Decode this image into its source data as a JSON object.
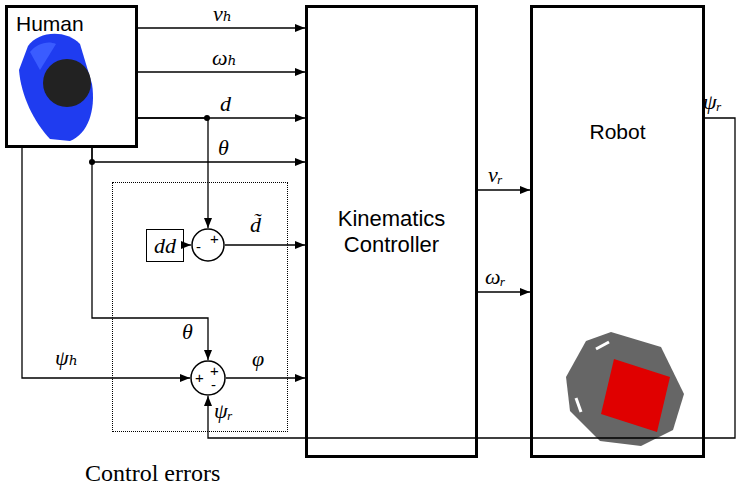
{
  "diagram": {
    "nodes": [
      {
        "text": [
          "Human"
        ]
      },
      {
        "text": [
          "Kinematics Controller"
        ]
      },
      {
        "text": [
          "Robot"
        ]
      },
      {
        "text": [
          "Control errors"
        ]
      },
      {
        "text": [
          "dd"
        ],
        "in": 3
      },
      {
        "text": [
          "+",
          "-"
        ],
        "in": 3
      },
      {
        "text": [
          "+",
          "+",
          "-"
        ],
        "in": 3
      }
    ],
    "edges": [
      {
        "from": 0,
        "to": 1,
        "arrow": "to",
        "label": "vₕ"
      },
      {
        "from": 0,
        "to": 1,
        "arrow": "to",
        "label": "ωₕ"
      },
      {
        "from": 0,
        "to": 1,
        "arrow": "to",
        "label": "d"
      },
      {
        "from": 0,
        "to": 1,
        "arrow": "to",
        "label": "θ"
      },
      {
        "from": 0,
        "to": 5,
        "arrow": "to"
      },
      {
        "from": 0,
        "to": 6,
        "arrow": "to",
        "label": "θ"
      },
      {
        "from": 0,
        "to": 6,
        "arrow": "to",
        "label": "ψₕ"
      },
      {
        "from": 4,
        "to": 5,
        "arrow": "to"
      },
      {
        "from": 5,
        "to": 1,
        "arrow": "to",
        "label": "d̃"
      },
      {
        "from": 6,
        "to": 1,
        "arrow": "to",
        "label": "φ"
      },
      {
        "from": 1,
        "to": 2,
        "arrow": "to",
        "label": "vᵣ"
      },
      {
        "from": 1,
        "to": 2,
        "arrow": "to",
        "label": "ωᵣ"
      },
      {
        "from": 2,
        "to": 6,
        "arrow": "to",
        "label": "ψᵣ"
      }
    ],
    "labels": [
      "ψᵣ"
    ]
  }
}
